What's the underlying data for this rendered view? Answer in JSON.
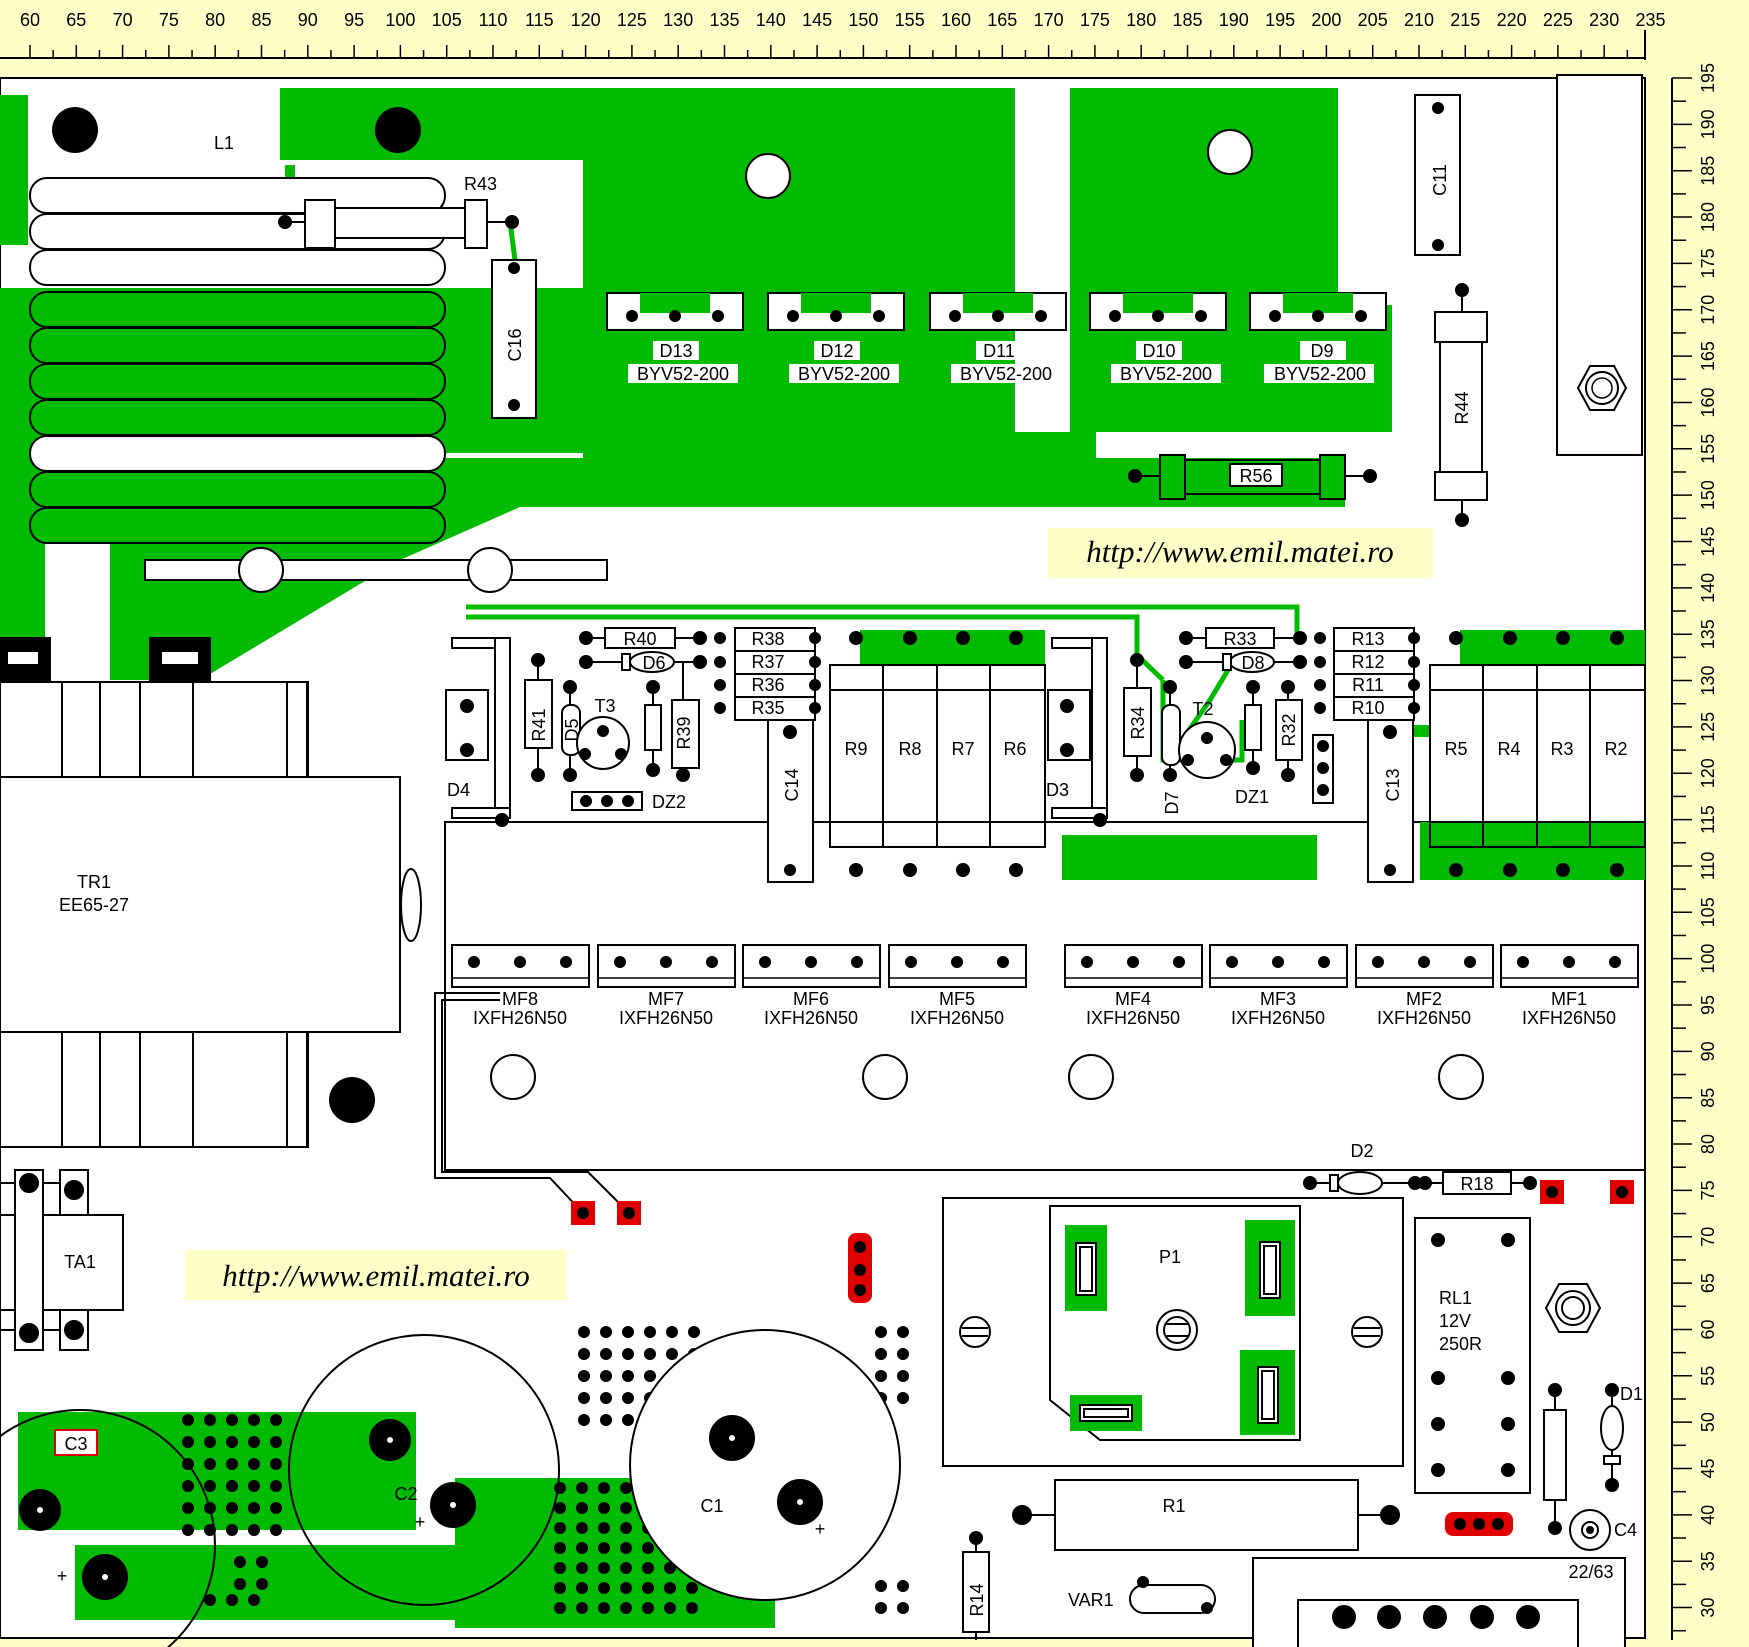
{
  "top_ruler": [
    "60",
    "65",
    "70",
    "75",
    "80",
    "85",
    "90",
    "95",
    "100",
    "105",
    "110",
    "115",
    "120",
    "125",
    "130",
    "135",
    "140",
    "145",
    "150",
    "155",
    "160",
    "165",
    "170",
    "175",
    "180",
    "185",
    "190",
    "195",
    "200",
    "205",
    "210",
    "215",
    "220",
    "225",
    "230",
    "235"
  ],
  "right_ruler": [
    "195",
    "190",
    "185",
    "180",
    "175",
    "170",
    "165",
    "160",
    "155",
    "150",
    "145",
    "140",
    "135",
    "130",
    "125",
    "120",
    "115",
    "110",
    "105",
    "100",
    "95",
    "90",
    "85",
    "80",
    "75",
    "70",
    "65",
    "60",
    "55",
    "50",
    "45",
    "40",
    "35",
    "30"
  ],
  "website": "http://www.emil.matei.ro",
  "labels": {
    "L1": "L1",
    "R43": "R43",
    "C16": "C16",
    "C11": "C11",
    "R44": "R44",
    "R56": "R56",
    "D13": "D13",
    "D12": "D12",
    "D11": "D11",
    "D10": "D10",
    "D9": "D9",
    "BYV": "BYV52-200",
    "R40": "R40",
    "D6": "D6",
    "R41": "R41",
    "D5": "D5",
    "T3": "T3",
    "R39": "R39",
    "DZ2": "DZ2",
    "D4": "D4",
    "R38": "R38",
    "R37": "R37",
    "R36": "R36",
    "R35": "R35",
    "C14": "C14",
    "R9": "R9",
    "R8": "R8",
    "R7": "R7",
    "R6": "R6",
    "D3": "D3",
    "R34": "R34",
    "D7": "D7",
    "T2": "T2",
    "R33": "R33",
    "D8": "D8",
    "R32": "R32",
    "DZ1": "DZ1",
    "R13": "R13",
    "R12": "R12",
    "R11": "R11",
    "R10": "R10",
    "C13": "C13",
    "R5": "R5",
    "R4": "R4",
    "R3": "R3",
    "R2": "R2",
    "TR1": "TR1",
    "EE": "EE65-27",
    "MF8": "MF8",
    "MF7": "MF7",
    "MF6": "MF6",
    "MF5": "MF5",
    "MF4": "MF4",
    "MF3": "MF3",
    "MF2": "MF2",
    "MF1": "MF1",
    "IXFH": "IXFH26N50",
    "D2": "D2",
    "R18": "R18",
    "TA1": "TA1",
    "P1": "P1",
    "RL1": "RL1",
    "RL1v": "12V",
    "RL1r": "250R",
    "D1": "D1",
    "C4": "C4",
    "C3": "C3",
    "C2": "C2",
    "C1": "C1",
    "R1": "R1",
    "R14": "R14",
    "VAR1": "VAR1",
    "C5": "22/63",
    "plus": "+"
  }
}
